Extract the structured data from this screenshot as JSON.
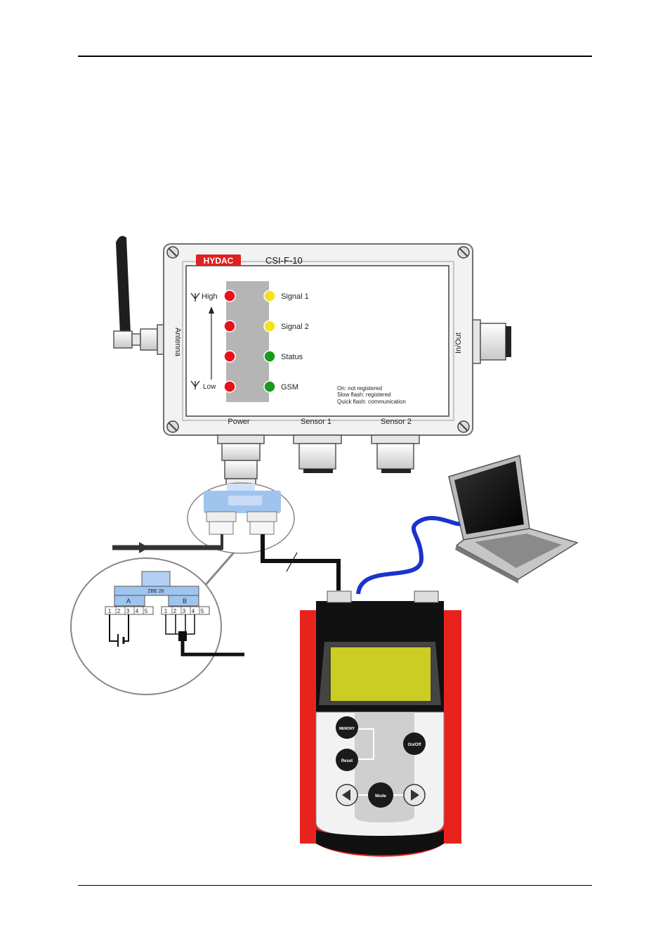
{
  "device": {
    "brand": "HYDAC",
    "model": "CSI-F-10",
    "antenna_label": "Antenna",
    "inout_label": "In/Out",
    "signal_high": "High",
    "signal_low": "Low",
    "leds_left_colors": [
      "#e8111b",
      "#e8111b",
      "#e8111b",
      "#e8111b"
    ],
    "leds_right": [
      {
        "label": "Signal 1",
        "color": "#f5e21a"
      },
      {
        "label": "Signal 2",
        "color": "#f5e21a"
      },
      {
        "label": "Status",
        "color": "#1a9a1a"
      },
      {
        "label": "GSM",
        "color": "#1a9a1a"
      }
    ],
    "gsm_legend": [
      "On: not registered",
      "Slow flash: registered",
      "Quick flash: communication"
    ],
    "ports": [
      "Power",
      "Sensor 1",
      "Sensor 2"
    ]
  },
  "adapter": {
    "name": "ZBE 26",
    "side_a": "A",
    "side_b": "B",
    "pins_a": [
      "1",
      "2",
      "3",
      "4",
      "5"
    ],
    "pins_b": [
      "1",
      "2",
      "3",
      "4",
      "5"
    ]
  },
  "handheld": {
    "buttons": {
      "memory": "MEMORY",
      "reset": "Reset",
      "onoff": "On/Off",
      "mode": "Mode"
    },
    "body_color": "#e8231e",
    "display_color": "#cccc22"
  },
  "colors": {
    "adapter_blue": "#9fc4ee",
    "usb_cable": "#1a33cc",
    "enclosure": "#f0f0f0"
  }
}
